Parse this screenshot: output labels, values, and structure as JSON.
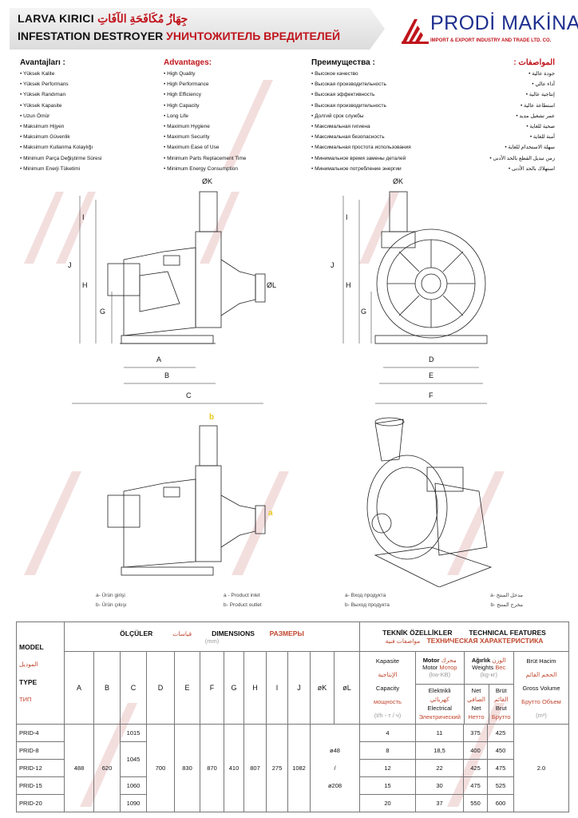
{
  "header": {
    "title_tr": "LARVA KIRICI",
    "title_ar": "جِهَازُ مُكَافَحَةِ الآفَاتِ",
    "title_en": "INFESTATION DESTROYER",
    "title_ru": "УНИЧТОЖИТЕЛЬ ВРЕДИТЕЛЕЙ"
  },
  "logo": {
    "name": "PRODİ MAKİNA",
    "subtitle": "IMPORT & EXPORT INDUSTRY AND TRADE LTD. CO."
  },
  "advantages": {
    "tr": {
      "title": "Avantajları :",
      "items": [
        "Yüksek Kalite",
        "Yüksek Performans",
        "Yüksek Randıman",
        "Yüksek Kapasite",
        "Uzun Ömür",
        "Maksimum Hijyen",
        "Maksimum Güvenlik",
        "Maksimum Kullanma Kolaylığı",
        "Minimum Parça Değiştirme Süresi",
        "Minimum Enerji Tüketimi"
      ]
    },
    "en": {
      "title": "Advantages:",
      "items": [
        "High Quality",
        "High Performance",
        "High Efficiency",
        "High Capacity",
        "Long Life",
        "Maximum Hygiene",
        "Maximum Security",
        "Maximum Ease of Use",
        "Minimum Parts Replacement Time",
        "Minimum Energy Consumption"
      ]
    },
    "ru": {
      "title": "Преимущества :",
      "items": [
        "Высокое качество",
        "Высокая производительность",
        "Высокая эффективность",
        "Высокая производительность",
        "Долгий срок службы",
        "Максимальная гигиена",
        "Максимальная безопасность",
        "Максимальная простота использования",
        "Минимальное время замены деталей",
        "Минимальное потребление энергии"
      ]
    },
    "ar": {
      "title": "المواصفات :",
      "items": [
        "جودة عالية",
        "أداء عالي",
        "إنتاجية عالية",
        "استطاعة عالية",
        "عمر تشغيل مديد",
        "صحية للغاية",
        "آمنة للغاية",
        "سهلة الاستخدام للغاية",
        "زمن تبديل القطع بالحد الأدنى",
        "استهلاك بالحد الأدنى"
      ]
    }
  },
  "drawing_labels": {
    "k": "ØK",
    "l": "ØL",
    "i": "I",
    "j": "J",
    "h": "H",
    "g": "G",
    "a": "A",
    "b": "B",
    "c": "C",
    "d": "D",
    "e": "E",
    "f": "F",
    "inlet": "a",
    "outlet": "b"
  },
  "legend": {
    "tr": [
      "a- Ürün girişi",
      "b- Ürün çıkışı"
    ],
    "en": [
      "a - Product inlet",
      "b- Product outlet"
    ],
    "ru": [
      "a- Вход продукта",
      "b- Выход продукта"
    ],
    "ar": [
      "مدخل المنتج -a",
      "مخرج المنتج -b"
    ]
  },
  "table": {
    "model": {
      "en": "MODEL",
      "ar": "الموديل",
      "type": "TYPE",
      "ru": "ТИП"
    },
    "dimensions": {
      "tr": "ÖLÇÜLER",
      "ar": "قياسات",
      "en": "DIMENSIONS",
      "ru": "РАЗМЕРЫ",
      "unit": "(mm)"
    },
    "tech": {
      "tr": "TEKNİK ÖZELLİKLER",
      "en": "TECHNICAL FEATURES",
      "ar": "مواصفات فنية",
      "ru": "ТЕХНИЧЕСКАЯ ХАРАКТЕРИСТИКА"
    },
    "dim_cols": [
      "A",
      "B",
      "C",
      "D",
      "E",
      "F",
      "G",
      "H",
      "I",
      "J",
      "øK",
      "øL"
    ],
    "capacity": {
      "tr": "Kapasite",
      "ar": "الإنتاجية",
      "en": "Capacity",
      "ru": "мощность",
      "unit": "(t/h - т / ч)"
    },
    "motor": {
      "tr": "Motor",
      "ar": "محرك",
      "en": "Motor",
      "ru": "Мотор",
      "unit": "(kw-KB)",
      "sub_tr": "Elektrikli",
      "sub_ar": "كهربائي",
      "sub_en": "Electrical",
      "sub_ru": "Электрический"
    },
    "weight": {
      "tr": "Ağırlık",
      "ar": "الوزن",
      "en": "Weights",
      "ru": "Вес",
      "unit": "(kg-кг)",
      "net_tr": "Net",
      "net_ar": "الصافي",
      "net_en": "Net",
      "net_ru": "Нетто",
      "brut_tr": "Brüt",
      "brut_ar": "القائم",
      "brut_en": "Brut",
      "brut_ru": "Брутто"
    },
    "volume": {
      "tr": "Brüt Hacim",
      "ar": "الحجم القائم",
      "en": "Gross Volume",
      "ru": "Брутто Объем",
      "unit": "(m³)"
    },
    "shared": {
      "A": "488",
      "B": "620",
      "D": "700",
      "E": "830",
      "F": "870",
      "G": "410",
      "H": "807",
      "I": "275",
      "J": "1082",
      "KL_1": "ø48",
      "KL_2": "/",
      "KL_3": "ø208",
      "volume": "2.0",
      "C_8_12": "1045"
    },
    "rows": [
      {
        "model": "PRID-4",
        "C": "1015",
        "capacity": "4",
        "motor": "11",
        "net": "375",
        "brut": "425"
      },
      {
        "model": "PRID-8",
        "capacity": "8",
        "motor": "18,5",
        "net": "400",
        "brut": "450"
      },
      {
        "model": "PRID-12",
        "capacity": "12",
        "motor": "22",
        "net": "425",
        "brut": "475"
      },
      {
        "model": "PRID-15",
        "C": "1060",
        "capacity": "15",
        "motor": "30",
        "net": "475",
        "brut": "525"
      },
      {
        "model": "PRID-20",
        "C": "1090",
        "capacity": "20",
        "motor": "37",
        "net": "550",
        "brut": "600"
      }
    ]
  }
}
